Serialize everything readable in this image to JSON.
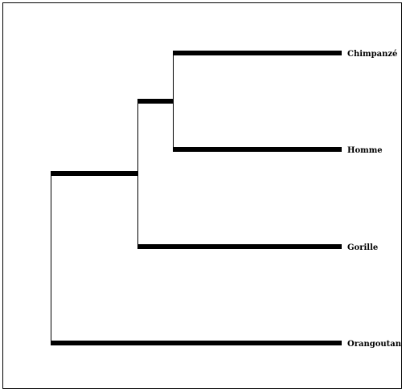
{
  "tree": {
    "leaves": [
      {
        "id": "chimpanze",
        "label": "Chimpanzé"
      },
      {
        "id": "homme",
        "label": "Homme"
      },
      {
        "id": "gorille",
        "label": "Gorille"
      },
      {
        "id": "orangoutan",
        "label": "Orangoutan"
      }
    ],
    "clades": [
      {
        "id": "chimp-homme",
        "children": [
          "chimpanze",
          "homme"
        ]
      },
      {
        "id": "homininae",
        "children": [
          "chimp-homme",
          "gorille"
        ]
      },
      {
        "id": "hominidae",
        "children": [
          "homininae",
          "orangoutan"
        ]
      }
    ],
    "colors": {
      "branch": "#000000",
      "background": "#ffffff"
    }
  }
}
